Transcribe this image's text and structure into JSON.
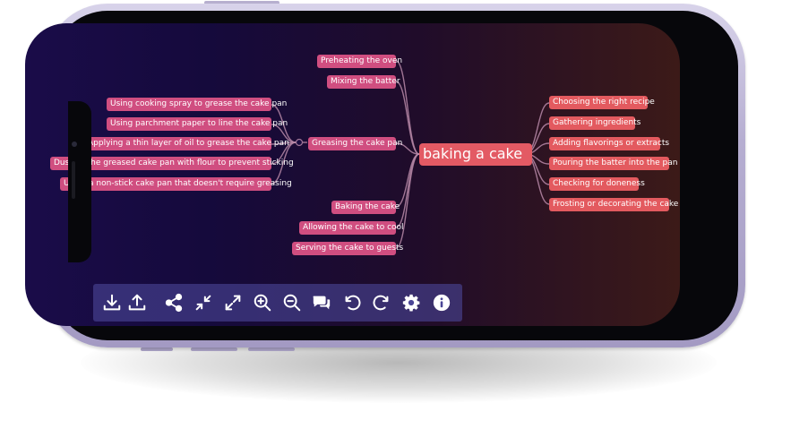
{
  "mindmap": {
    "root": "baking a cake",
    "left_nodes": [
      "Preheating the oven",
      "Mixing the batter",
      "Greasing the cake pan",
      "Baking the cake",
      "Allowing the cake to cool",
      "Serving the cake to guests"
    ],
    "grease_children": [
      "Using cooking spray to grease the cake pan",
      "Using parchment paper to line the cake pan",
      "Applying a thin layer of oil to grease the cake pan",
      "Dusting the greased cake pan with flour to prevent sticking",
      "Using a non-stick cake pan that doesn't require greasing"
    ],
    "right_nodes": [
      "Choosing the right recipe",
      "Gathering ingredients",
      "Adding flavorings or extracts",
      "Pouring the batter into the pan",
      "Checking for doneness",
      "Frosting or decorating the cake"
    ]
  },
  "toolbar": {
    "icons": [
      "download-icon",
      "upload-icon",
      "share-icon",
      "compress-icon",
      "expand-icon",
      "zoom-in-icon",
      "zoom-out-icon",
      "comments-icon",
      "undo-icon",
      "redo-icon",
      "gear-icon",
      "info-icon"
    ]
  },
  "colors": {
    "node_pink": "#d04e80",
    "node_red": "#e35a5f",
    "link": "#b88aa8",
    "toolbar": "#4b4696"
  }
}
